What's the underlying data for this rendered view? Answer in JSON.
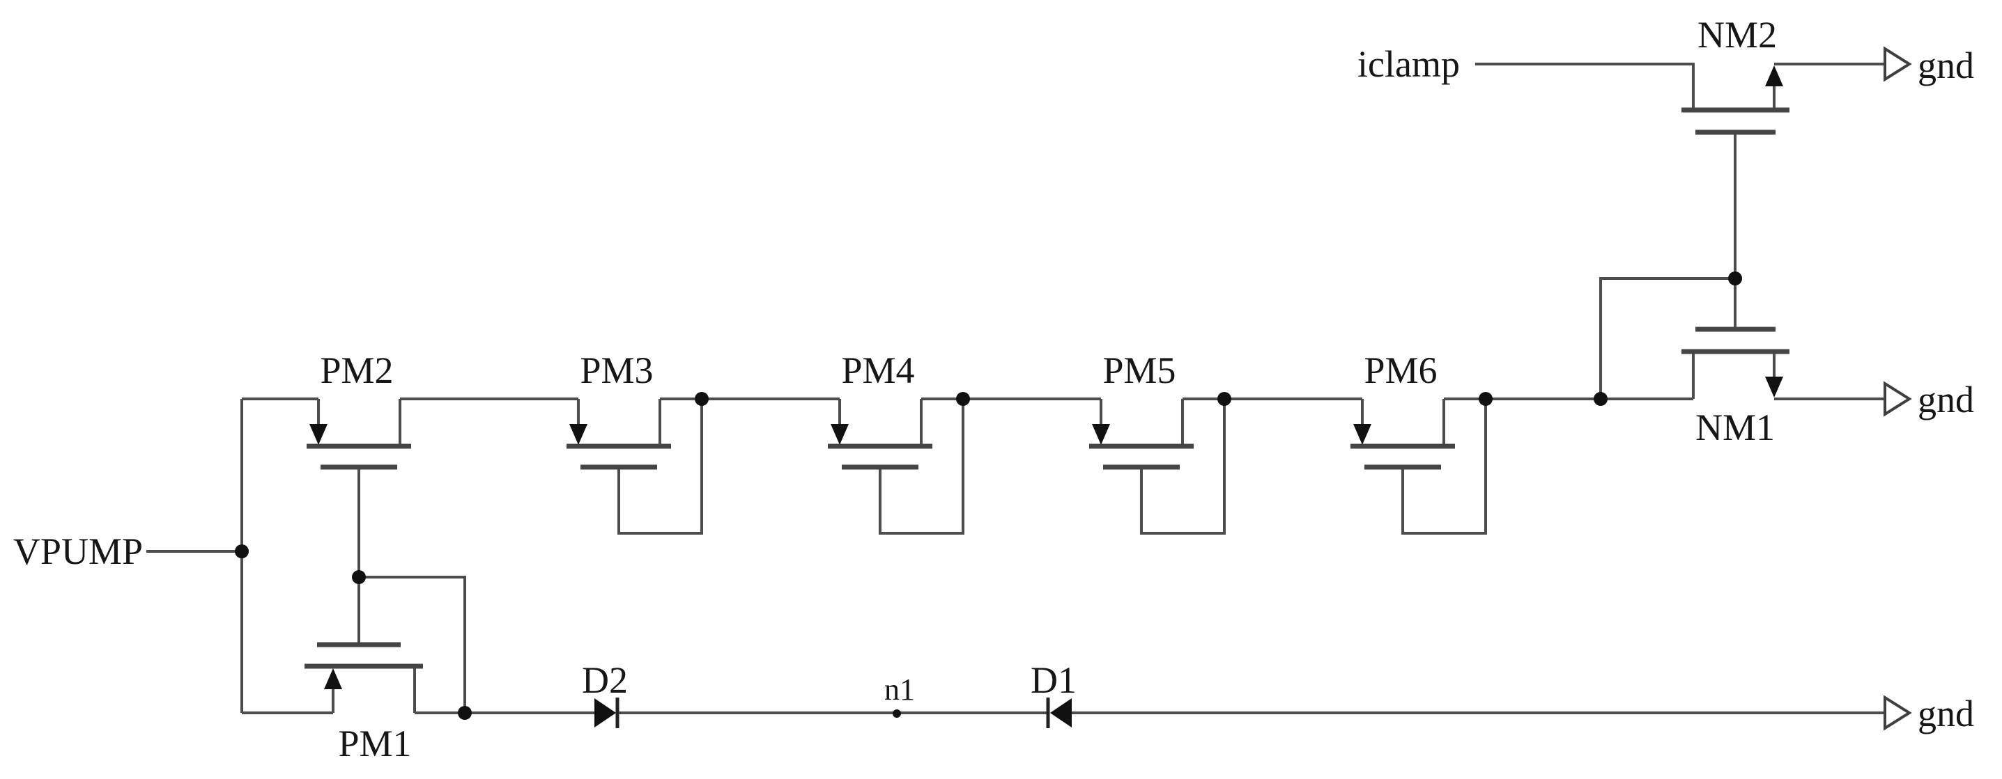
{
  "diagram": {
    "type": "circuit-schematic",
    "description": "VPUMP clamp / discharge circuit: diode-connected PMOS chain PM2-PM6 from VPUMP to diode-connected NM1, with NM2 driven by iclamp; PM1 with series diodes D2 and D1 to ground along the bottom rail.",
    "background": "#ffffff",
    "wire_color": "#4d4d4d",
    "text_color": "#161616"
  },
  "labels": {
    "vpump": "VPUMP",
    "iclamp": "iclamp",
    "gnd_top": "gnd",
    "gnd_mid": "gnd",
    "gnd_bottom": "gnd",
    "nm2": "NM2",
    "nm1": "NM1",
    "pm1": "PM1",
    "pm2": "PM2",
    "pm3": "PM3",
    "pm4": "PM4",
    "pm5": "PM5",
    "pm6": "PM6",
    "d2": "D2",
    "d1": "D1",
    "n1": "n1"
  },
  "components": [
    {
      "id": "PM1",
      "type": "pmos-transistor"
    },
    {
      "id": "PM2",
      "type": "pmos-transistor"
    },
    {
      "id": "PM3",
      "type": "pmos-transistor",
      "connection": "diode-connected"
    },
    {
      "id": "PM4",
      "type": "pmos-transistor",
      "connection": "diode-connected"
    },
    {
      "id": "PM5",
      "type": "pmos-transistor",
      "connection": "diode-connected"
    },
    {
      "id": "PM6",
      "type": "pmos-transistor",
      "connection": "diode-connected"
    },
    {
      "id": "NM1",
      "type": "nmos-transistor",
      "connection": "diode-connected, source to gnd"
    },
    {
      "id": "NM2",
      "type": "nmos-transistor",
      "connection": "drain from iclamp, source to gnd"
    },
    {
      "id": "D1",
      "type": "diode",
      "orientation": "cathode-left"
    },
    {
      "id": "D2",
      "type": "diode",
      "orientation": "cathode-right"
    }
  ],
  "nets": [
    "VPUMP",
    "iclamp",
    "n1",
    "gnd"
  ]
}
